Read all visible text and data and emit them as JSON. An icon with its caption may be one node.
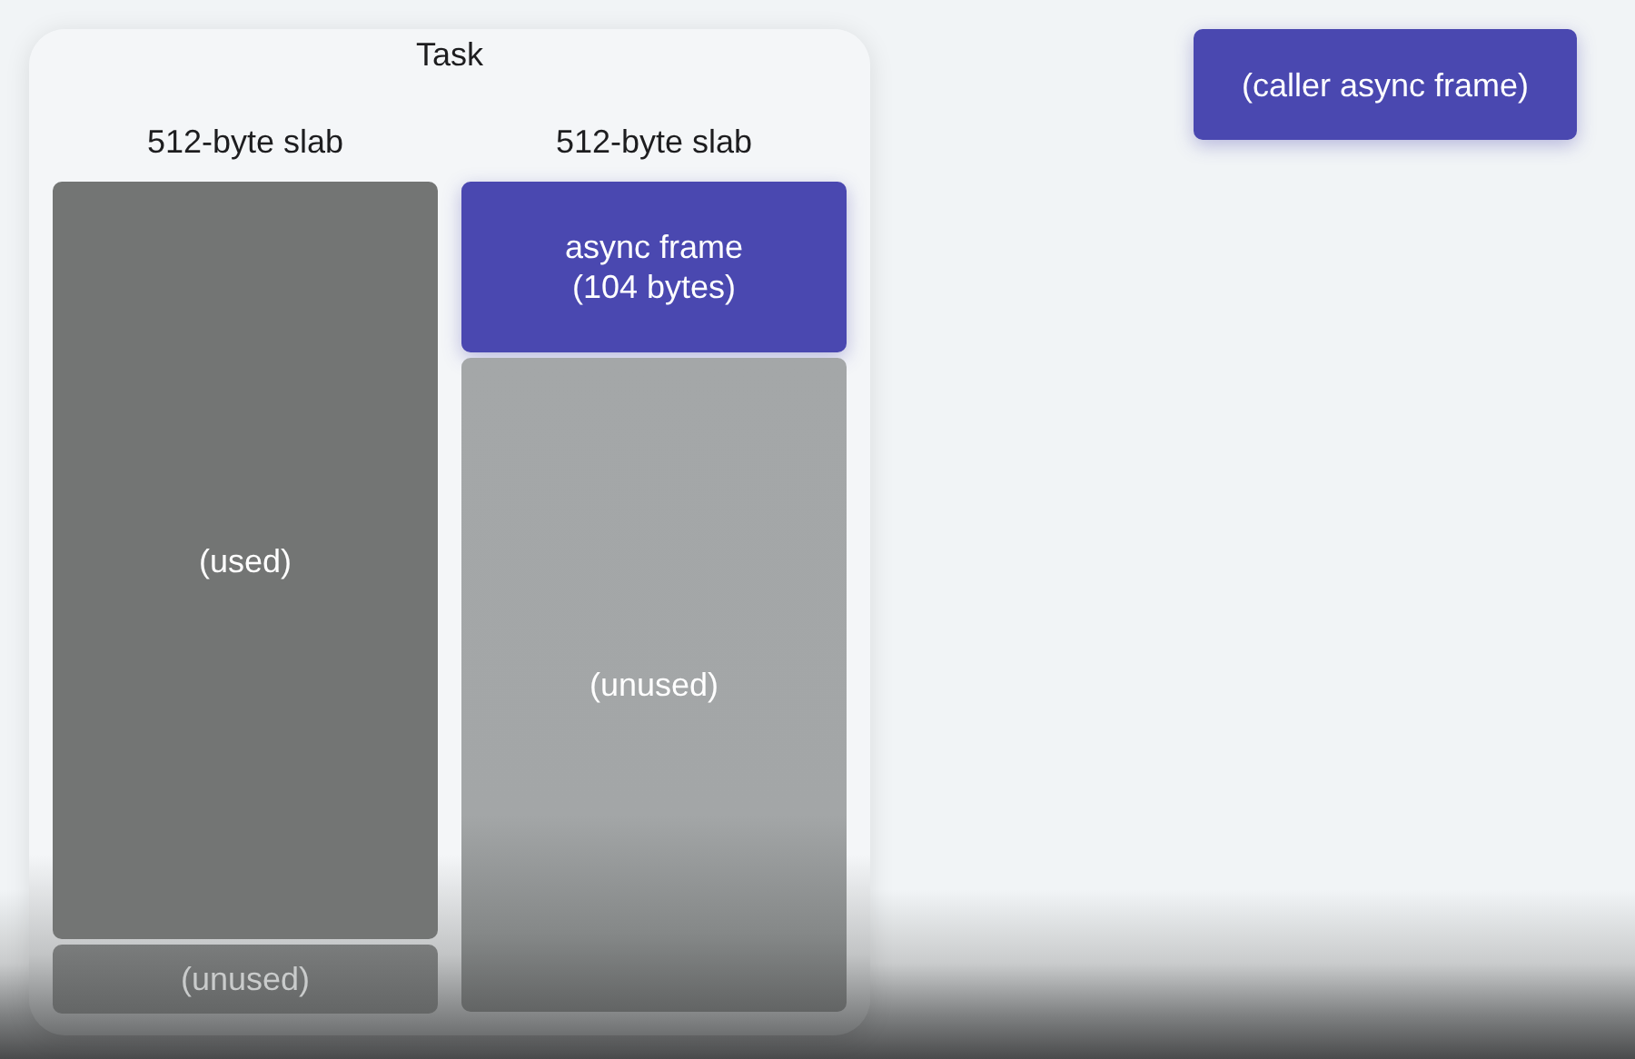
{
  "diagram": {
    "nodes": [
      {
        "text": [
          "Task"
        ]
      },
      {
        "text": [
          "512-byte slab"
        ],
        "in": 0
      },
      {
        "text": [
          "(used)"
        ],
        "in": 1
      },
      {
        "text": [
          "(unused)"
        ],
        "in": 1
      },
      {
        "text": [
          "512-byte slab"
        ],
        "in": 0
      },
      {
        "text": [
          "async frame (104 bytes)"
        ],
        "in": 4
      },
      {
        "text": [
          "(unused)"
        ],
        "in": 4
      },
      {
        "text": [
          "(caller async frame)"
        ]
      }
    ]
  }
}
